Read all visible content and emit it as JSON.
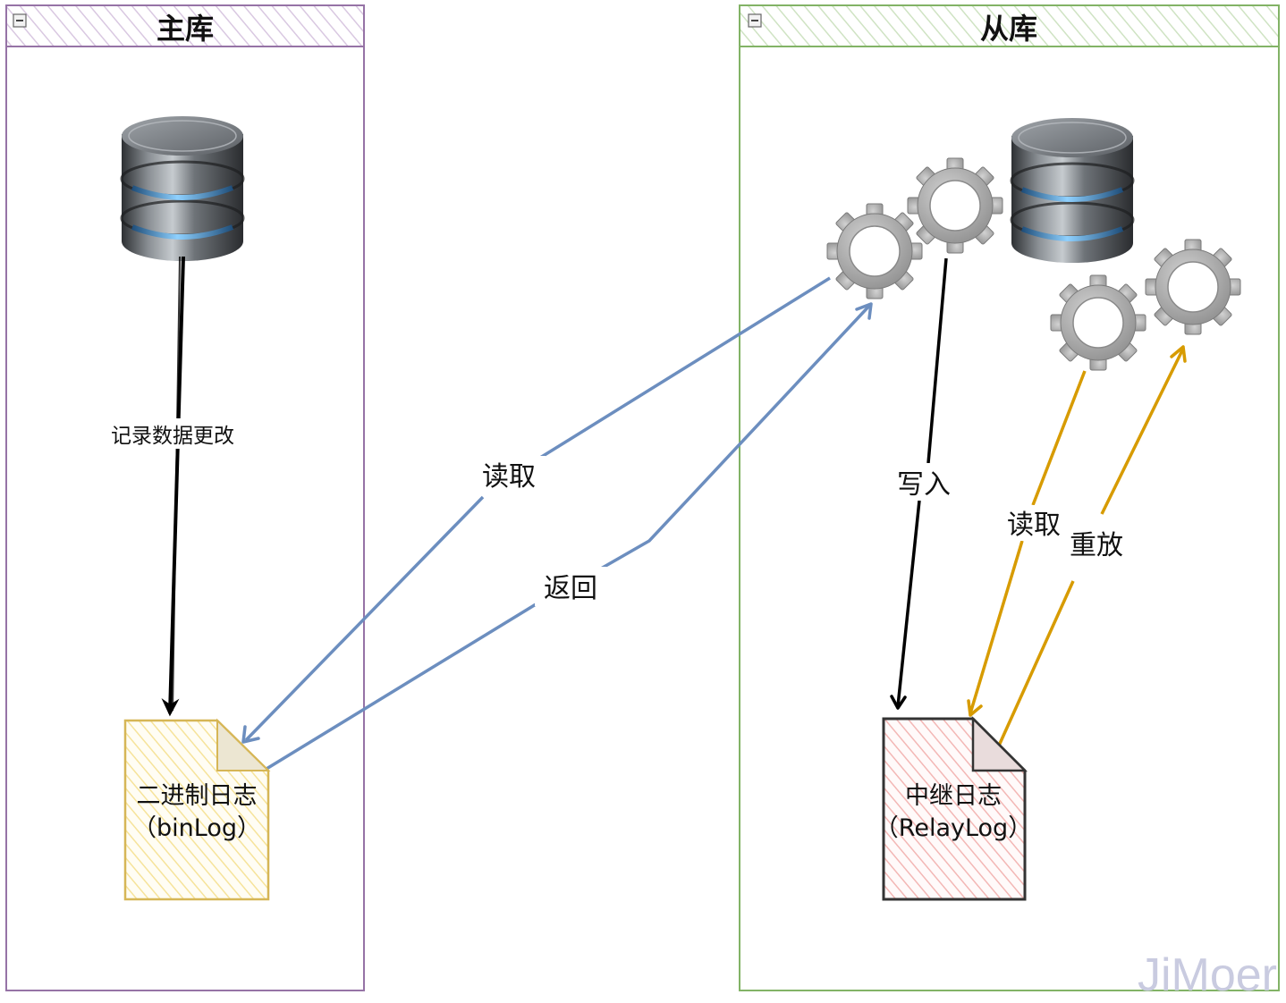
{
  "master": {
    "title": "主库"
  },
  "slave": {
    "title": "从库"
  },
  "edges": {
    "record": "记录数据更改",
    "read": "读取",
    "ret": "返回",
    "write": "写入",
    "read2": "读取",
    "replay": "重放"
  },
  "docs": {
    "binlog": {
      "line1": "二进制日志",
      "line2": "（binLog）"
    },
    "relay": {
      "line1": "中继日志",
      "line2": "（RelayLog）"
    }
  },
  "watermark": "JiMoer",
  "colors": {
    "master_border": "#9673a6",
    "slave_border": "#82b366",
    "blue_edge": "#6c8ebf",
    "orange_edge": "#d79b00",
    "binlog_fill": "#fff2cc",
    "relay_fill": "#f8cecc"
  },
  "icons": {
    "database": "database-icon",
    "gear": "gear-icon",
    "collapse": "minus-square-icon",
    "document": "document-icon"
  }
}
